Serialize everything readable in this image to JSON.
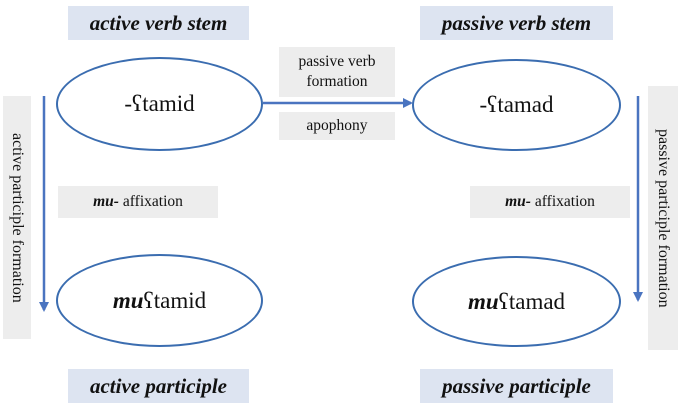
{
  "headings": {
    "active_stem": "active verb stem",
    "passive_stem": "passive verb stem",
    "active_participle": "active participle",
    "passive_participle": "passive participle"
  },
  "nodes": {
    "active_stem": "-ʕtamid",
    "passive_stem": "-ʕtamad",
    "active_participle_prefix": "mu",
    "active_participle_rest": "ʕtamid",
    "passive_participle_prefix": "mu",
    "passive_participle_rest": "ʕtamad"
  },
  "labels": {
    "passive_verb_formation": "passive verb formation",
    "apophony": "apophony",
    "mu_prefix": "mu-",
    "affixation": "affixation",
    "active_participle_formation": "active participle formation",
    "passive_participle_formation": "passive participle formation"
  },
  "colors": {
    "arrow": "#4a74c0",
    "ellipse_border": "#3b6db0",
    "heading_bg": "#dde4f1",
    "label_bg": "#ededed"
  }
}
